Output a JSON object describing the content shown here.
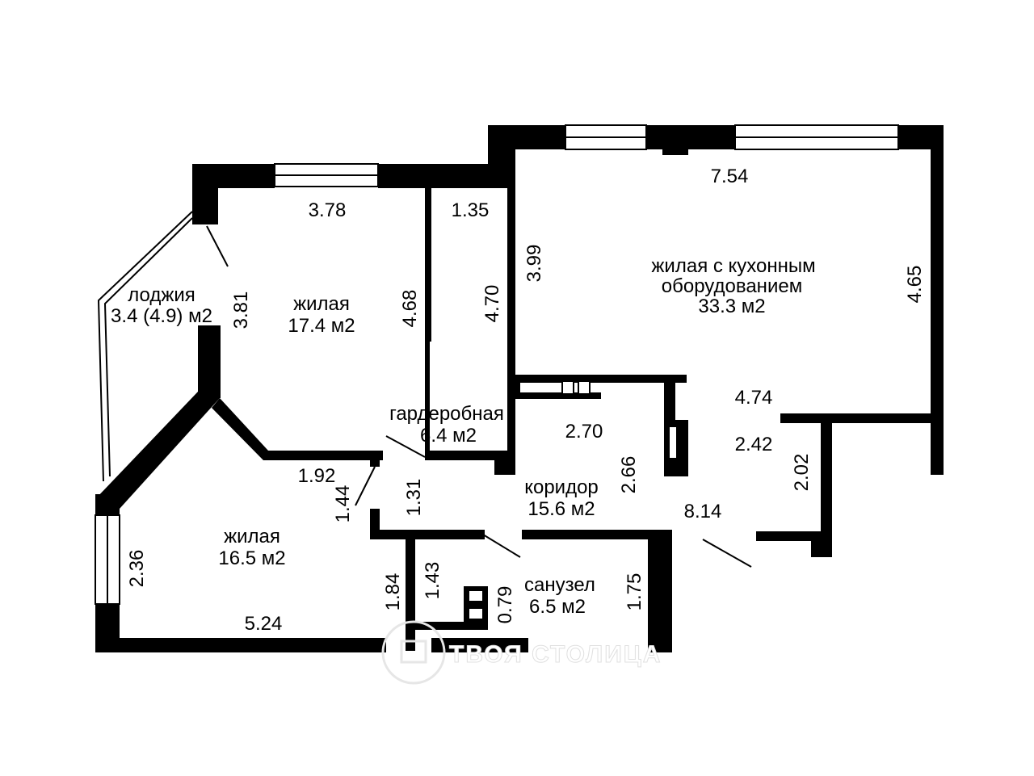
{
  "rooms": {
    "living_kitchen": {
      "name_line1": "жилая с кухонным",
      "name_line2": "оборудованием",
      "area": "33.3 м2"
    },
    "living_1": {
      "name": "жилая",
      "area": "17.4 м2"
    },
    "living_2": {
      "name": "жилая",
      "area": "16.5 м2"
    },
    "loggia": {
      "name": "лоджия",
      "area": "3.4 (4.9) м2"
    },
    "wardrobe": {
      "name": "гардеробная",
      "area": "6.4 м2"
    },
    "corridor": {
      "name": "коридор",
      "area": "15.6 м2"
    },
    "bathroom": {
      "name": "санузел",
      "area": "6.5 м2"
    }
  },
  "dims": {
    "d754": "7.54",
    "d399": "3.99",
    "d465": "4.65",
    "d474": "4.74",
    "d242": "2.42",
    "d202": "2.02",
    "d814": "8.14",
    "d378": "3.78",
    "d381": "3.81",
    "d468": "4.68",
    "d135": "1.35",
    "d470": "4.70",
    "d270": "2.70",
    "d266": "2.66",
    "d192": "1.92",
    "d144": "1.44",
    "d131": "1.31",
    "d236": "2.36",
    "d524": "5.24",
    "d184": "1.84",
    "d143": "1.43",
    "d079": "0.79",
    "d175": "1.75"
  },
  "watermark": {
    "text": "ТВОЯ СТОЛИЦА"
  },
  "colors": {
    "wall": "#000000",
    "background": "#ffffff"
  }
}
